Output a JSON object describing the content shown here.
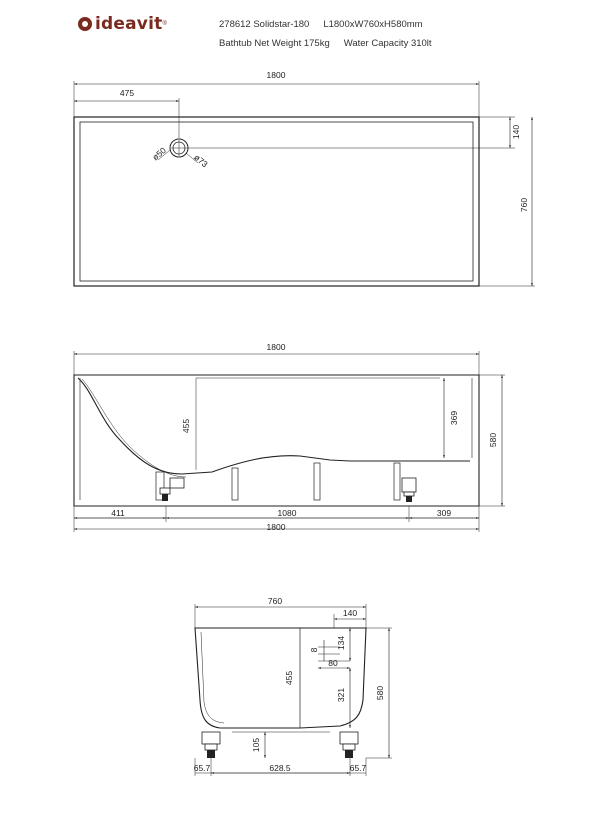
{
  "header": {
    "brand": "ideavit",
    "brand_mark": "®",
    "product_code": "278612 Solidstar-180",
    "dimensions": "L1800xW760xH580mm",
    "weight": "Bathtub Net Weight 175kg",
    "capacity": "Water Capacity 310lt"
  },
  "top_view": {
    "length": "1800",
    "drain_offset": "475",
    "rim_width": "140",
    "width": "760",
    "drain_dia_small": "ø50",
    "drain_dia_large": "ø73"
  },
  "side_view": {
    "length_top": "1800",
    "inner_depth": "455",
    "depth_right": "369",
    "height": "580",
    "left_segment": "411",
    "middle_segment": "1080",
    "right_segment": "309",
    "length_bottom": "1800"
  },
  "end_view": {
    "width": "760",
    "rim_width": "140",
    "rim_height": "134",
    "lip": "8",
    "step": "80",
    "inner_depth": "455",
    "lower_depth": "321",
    "height": "580",
    "leg_height": "105",
    "foot_left": "65.7",
    "foot_span": "628.5",
    "foot_right": "65.7"
  }
}
